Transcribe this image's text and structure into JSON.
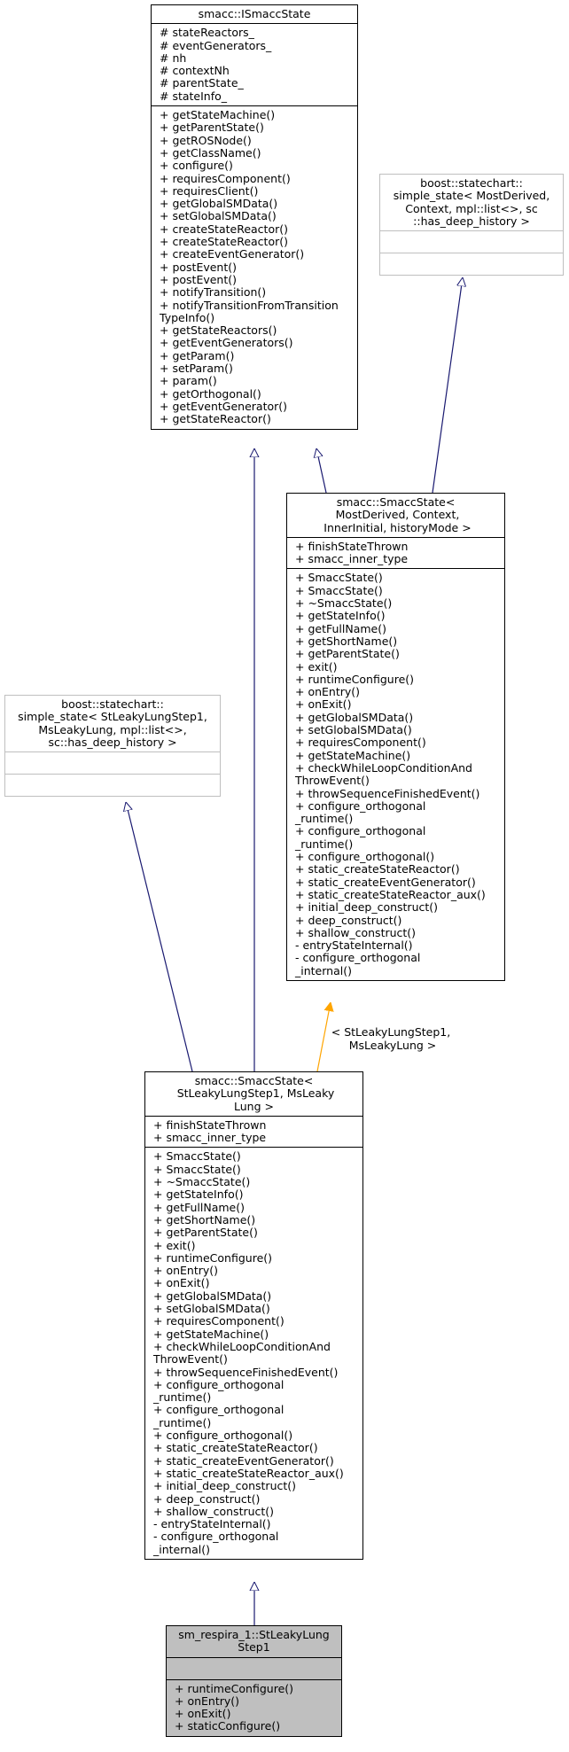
{
  "classes": {
    "ismacc": {
      "name": "smacc::ISmaccState",
      "attributes": [
        "# stateReactors_",
        "# eventGenerators_",
        "# nh",
        "# contextNh",
        "# parentState_",
        "# stateInfo_"
      ],
      "methods": [
        "+ getStateMachine()",
        "+ getParentState()",
        "+ getROSNode()",
        "+ getClassName()",
        "+ configure()",
        "+ requiresComponent()",
        "+ requiresClient()",
        "+ getGlobalSMData()",
        "+ setGlobalSMData()",
        "+ createStateReactor()",
        "+ createStateReactor()",
        "+ createEventGenerator()",
        "+ postEvent()",
        "+ postEvent()",
        "+ notifyTransition()",
        "+ notifyTransitionFromTransition\nTypeInfo()",
        "+ getStateReactors()",
        "+ getEventGenerators()",
        "+ getParam()",
        "+ setParam()",
        "+ param()",
        "+ getOrthogonal()",
        "+ getEventGenerator()",
        "+ getStateReactor()"
      ]
    },
    "boost_top": {
      "name": "boost::statechart::\nsimple_state< MostDerived,\nContext, mpl::list<>, sc\n::has_deep_history >"
    },
    "smacc_template": {
      "name": "smacc::SmaccState<\n MostDerived, Context,\n InnerInitial, historyMode >",
      "attributes": [
        "+ finishStateThrown",
        "+ smacc_inner_type"
      ],
      "methods": [
        "+ SmaccState()",
        "+ SmaccState()",
        "+ ~SmaccState()",
        "+ getStateInfo()",
        "+ getFullName()",
        "+ getShortName()",
        "+ getParentState()",
        "+ exit()",
        "+ runtimeConfigure()",
        "+ onEntry()",
        "+ onExit()",
        "+ getGlobalSMData()",
        "+ setGlobalSMData()",
        "+ requiresComponent()",
        "+ getStateMachine()",
        "+ checkWhileLoopConditionAnd\nThrowEvent()",
        "+ throwSequenceFinishedEvent()",
        "+ configure_orthogonal\n_runtime()",
        "+ configure_orthogonal\n_runtime()",
        "+ configure_orthogonal()",
        "+ static_createStateReactor()",
        "+ static_createEventGenerator()",
        "+ static_createStateReactor_aux()",
        "+ initial_deep_construct()",
        "+ deep_construct()",
        "+ shallow_construct()",
        "- entryStateInternal()",
        "- configure_orthogonal\n_internal()"
      ]
    },
    "boost_left": {
      "name": "boost::statechart::\nsimple_state< StLeakyLungStep1,\nMsLeakyLung, mpl::list<>,\nsc::has_deep_history >"
    },
    "smacc_inst": {
      "name": "smacc::SmaccState<\n StLeakyLungStep1, MsLeaky\nLung >",
      "attributes": [
        "+ finishStateThrown",
        "+ smacc_inner_type"
      ],
      "methods": [
        "+ SmaccState()",
        "+ SmaccState()",
        "+ ~SmaccState()",
        "+ getStateInfo()",
        "+ getFullName()",
        "+ getShortName()",
        "+ getParentState()",
        "+ exit()",
        "+ runtimeConfigure()",
        "+ onEntry()",
        "+ onExit()",
        "+ getGlobalSMData()",
        "+ setGlobalSMData()",
        "+ requiresComponent()",
        "+ getStateMachine()",
        "+ checkWhileLoopConditionAnd\nThrowEvent()",
        "+ throwSequenceFinishedEvent()",
        "+ configure_orthogonal\n_runtime()",
        "+ configure_orthogonal\n_runtime()",
        "+ configure_orthogonal()",
        "+ static_createStateReactor()",
        "+ static_createEventGenerator()",
        "+ static_createStateReactor_aux()",
        "+ initial_deep_construct()",
        "+ deep_construct()",
        "+ shallow_construct()",
        "- entryStateInternal()",
        "- configure_orthogonal\n_internal()"
      ]
    },
    "step1": {
      "name": "sm_respira_1::StLeakyLung\nStep1",
      "methods": [
        "+ runtimeConfigure()",
        "+ onEntry()",
        "+ onExit()",
        "+ staticConfigure()"
      ]
    }
  },
  "template_binding_label": "< StLeakyLungStep1,\n MsLeakyLung >",
  "colors": {
    "inheritance": "#191970",
    "template": "#ffa500",
    "highlight": "#bfbfbf",
    "gray_border": "#bfbfbf"
  }
}
